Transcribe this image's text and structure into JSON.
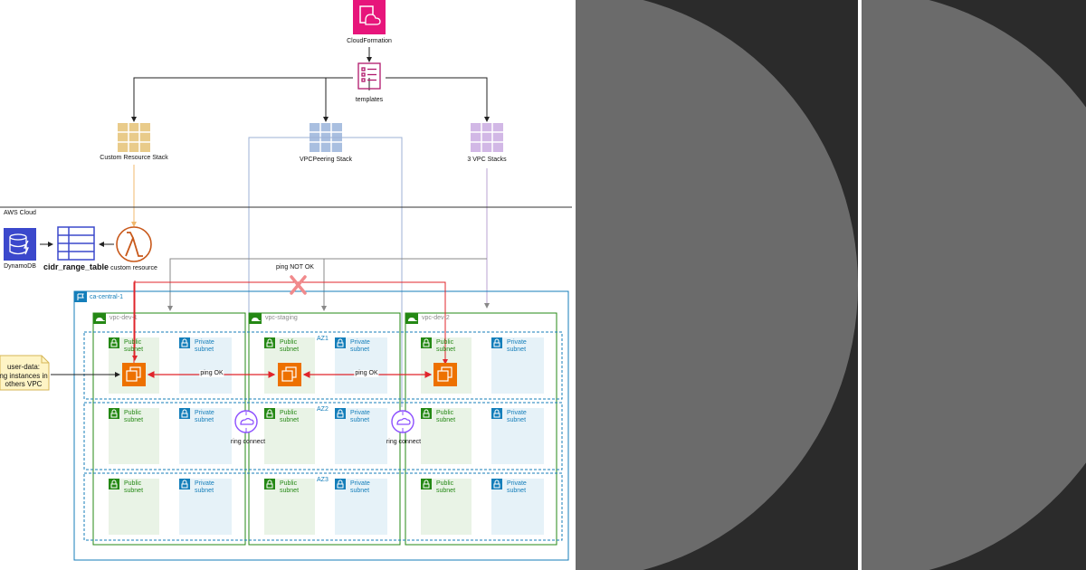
{
  "colors": {
    "cloudformation": "#e7157b",
    "region": "#147eba",
    "vpc": "#248814",
    "ping_ok": "#e0242b",
    "lambda": "#ed7100",
    "dynamodb": "#3b48cc",
    "peering": "#8c4fff",
    "panel_bg": "#2b2b2b",
    "panel_disc": "#6b6b6b"
  },
  "nodes": {
    "cloudformation": "CloudFormation",
    "templates": "templates",
    "custom_resource_stack": "Custom Resource Stack",
    "vpc_peering_stack": "VPCPeering Stack",
    "vpc_stacks": "3 VPC Stacks"
  },
  "aws_cloud": {
    "label": "AWS Cloud",
    "dynamodb": "DynamoDB",
    "table": "cidr_range_table",
    "lambda": "custom resource"
  },
  "region": {
    "label": "ca-central-1",
    "vpcs": [
      "vpc-dev-1",
      "vpc-staging",
      "vpc-dev-2"
    ],
    "azs": [
      "AZ1",
      "AZ2",
      "AZ3"
    ],
    "public_subnet": "Public\nsubnet",
    "private_subnet": "Private\nsubnet"
  },
  "edges": {
    "ping_not_ok": "ping NOT OK",
    "ping_ok_left": "ping OK",
    "ping_ok_right": "ping OK",
    "peering_left": "ring connect",
    "peering_right": "ring connect"
  },
  "note": {
    "line1": "user-data:",
    "line2": "ng instances in",
    "line3": "others VPC"
  },
  "panels": [
    "panel-left",
    "panel-right"
  ]
}
